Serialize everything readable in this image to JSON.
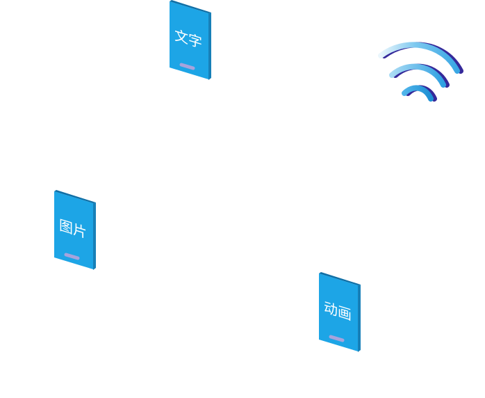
{
  "devices": [
    {
      "id": "text",
      "label": "文字"
    },
    {
      "id": "image",
      "label": "图片"
    },
    {
      "id": "animation",
      "label": "动画"
    }
  ],
  "colors": {
    "screen": "#1da5e6",
    "side": "#1780b8",
    "top_edge": "#0f6fa6",
    "home_button": "#a7a3dc",
    "label": "#ffffff",
    "wifi_dark": "#35299a",
    "wifi_mid": "#62bff0",
    "wifi_light": "#d7eef9"
  },
  "icons": {
    "signal": "wifi-signal-icon"
  }
}
